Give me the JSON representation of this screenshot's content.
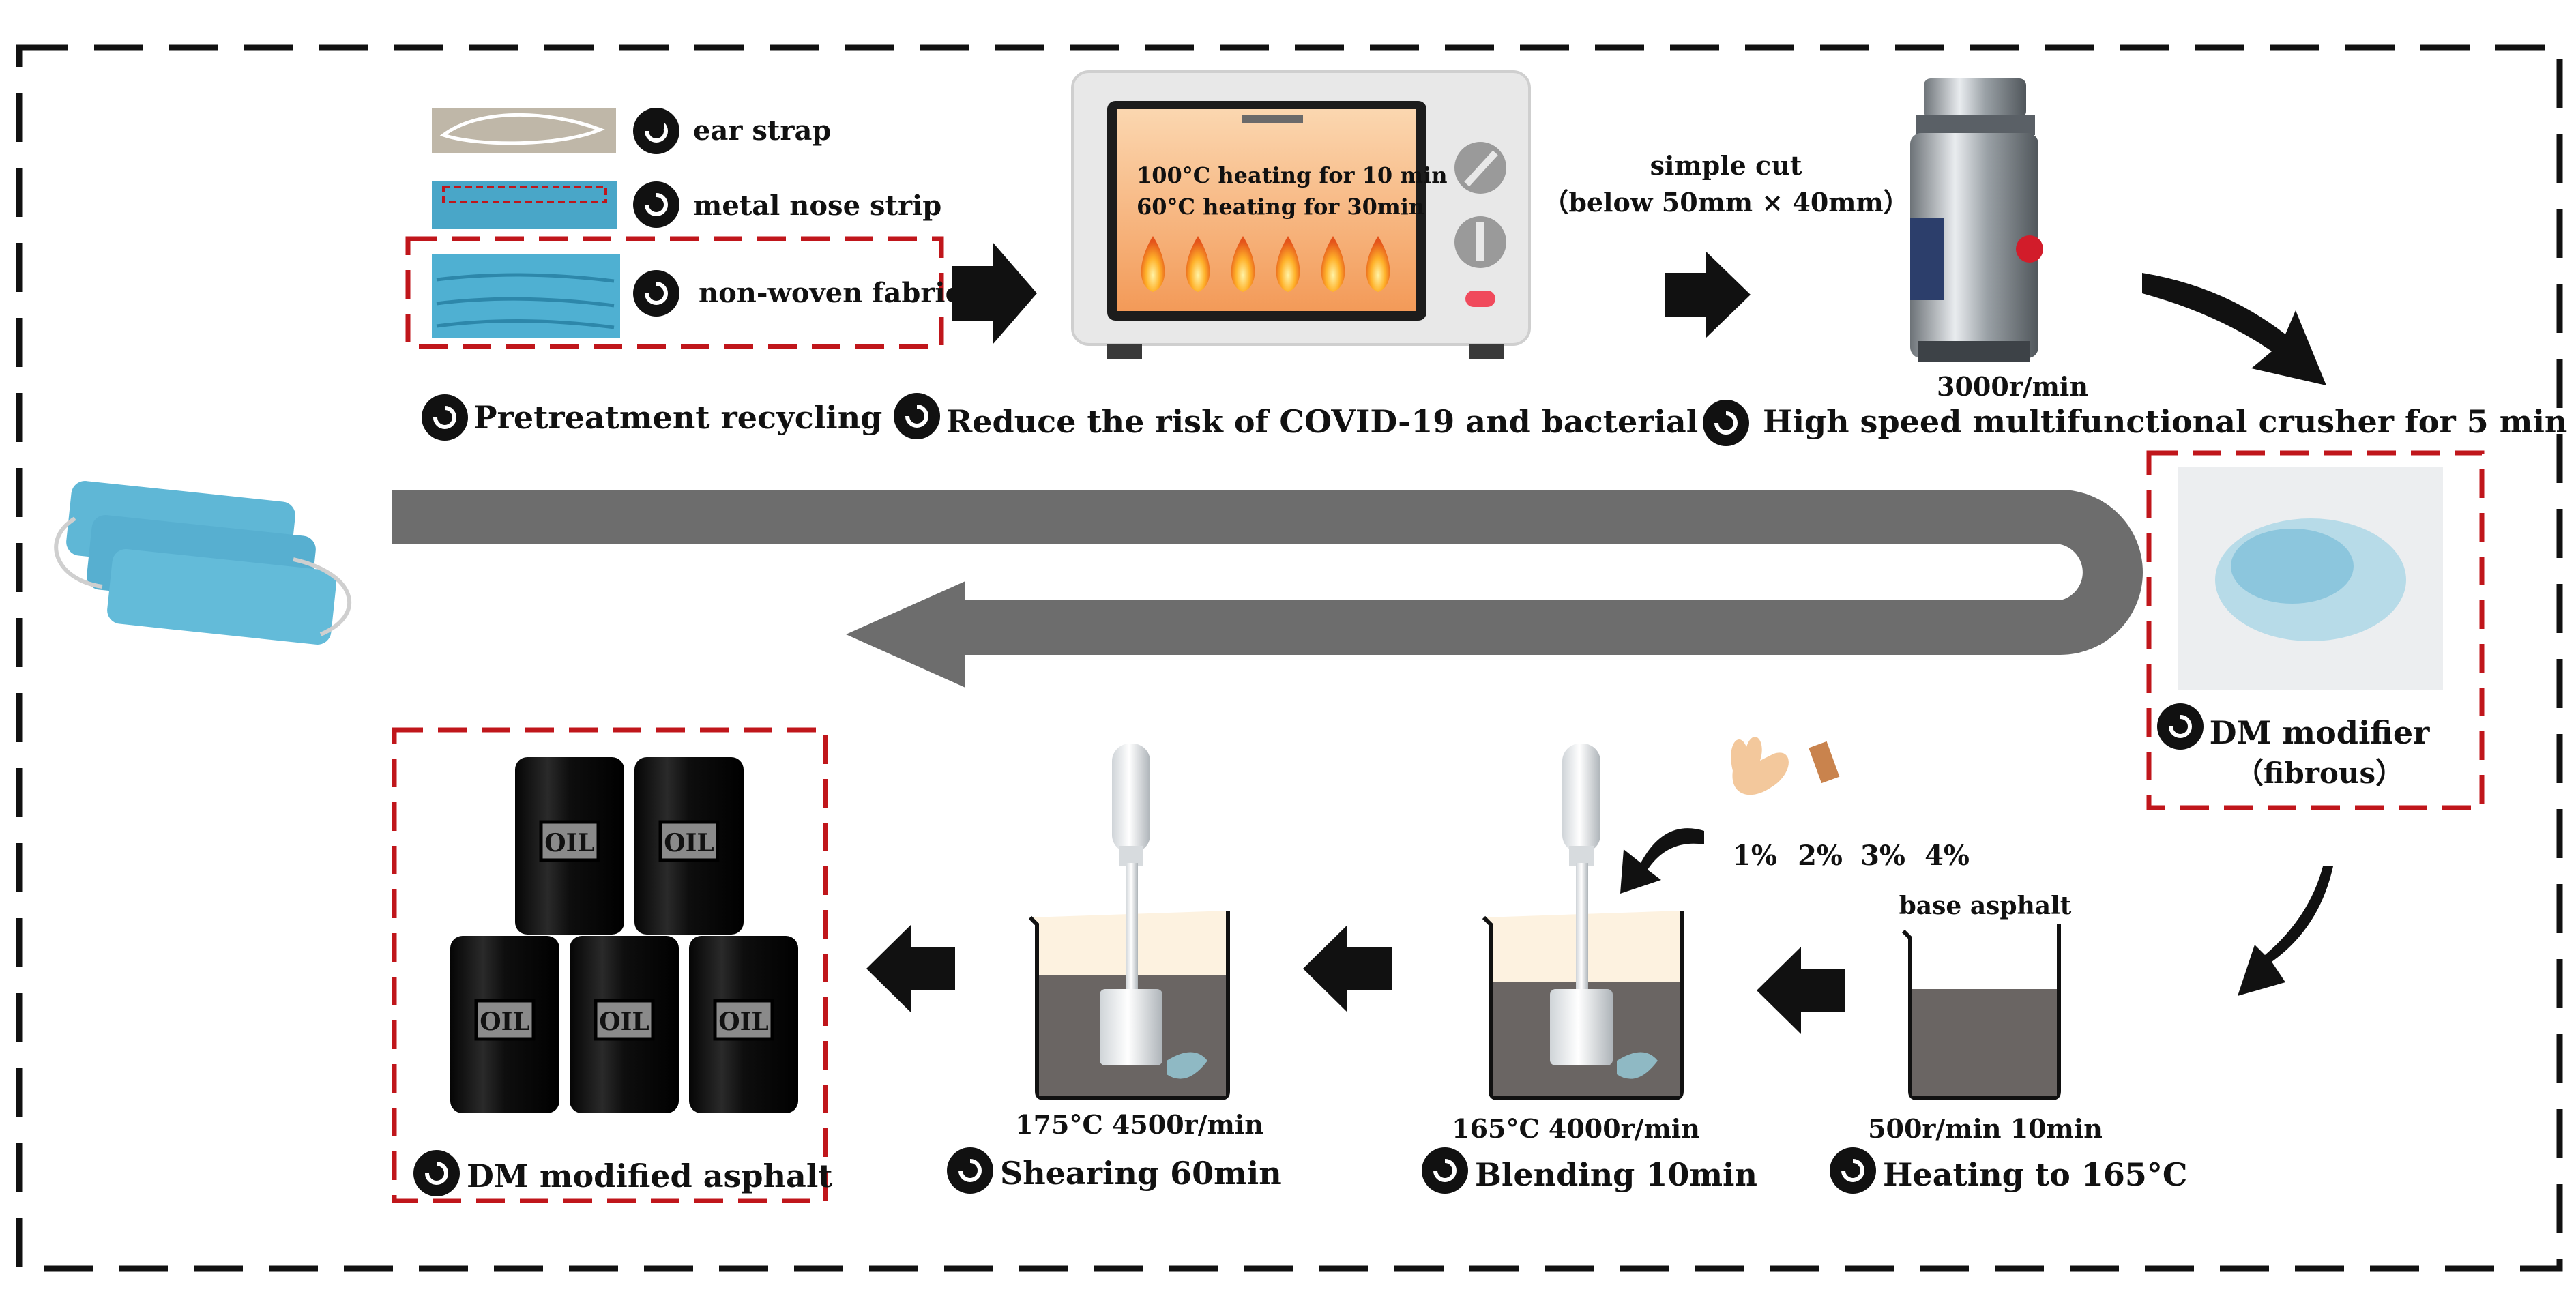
{
  "pretreatment": {
    "ear_strap": "ear strap",
    "metal_nose_strip": "metal nose strip",
    "non_woven_fabric": "non-woven fabric",
    "caption": "Pretreatment recycling"
  },
  "oven": {
    "line1": "100°C heating for 10 min",
    "line2": "60°C heating for 30min",
    "caption": "Reduce the risk of COVID-19  and bacterial"
  },
  "cut": {
    "line1": "simple cut",
    "line2": "（below 50mm × 40mm）"
  },
  "crusher": {
    "speed": "3000r/min",
    "caption": "High speed multifunctional crusher for 5 min"
  },
  "modifier": {
    "line1": "DM modifier",
    "line2": "（fibrous）"
  },
  "heating": {
    "beaker_label": "base asphalt",
    "params": "500r/min 10min",
    "caption": "Heating to 165°C"
  },
  "dosage": {
    "values": [
      "1%",
      "2%",
      "3%",
      "4%"
    ]
  },
  "blending": {
    "params": "165°C  4000r/min",
    "caption": "Blending 10min"
  },
  "shearing": {
    "params": "175°C  4500r/min",
    "caption": "Shearing 60min"
  },
  "product": {
    "barrel_label": "OIL",
    "caption": "DM modified asphalt"
  },
  "colors": {
    "red_dash": "#c0161b",
    "arrow_gray": "#6d6d6d",
    "mask_blue": "#5fb7d6",
    "asphalt": "#6a6563",
    "oven_screen": "#f8c598"
  }
}
